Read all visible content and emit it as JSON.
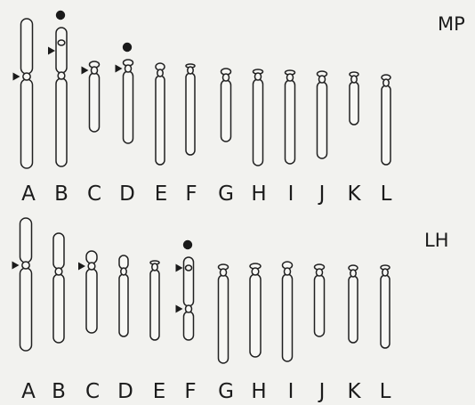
{
  "rows": [
    {
      "name": "MP",
      "chromosomes": [
        {
          "label": "A",
          "satellite": false,
          "arrows": [
            "centromere-left"
          ]
        },
        {
          "label": "B",
          "satellite": true,
          "arrows": [
            "upper-left"
          ]
        },
        {
          "label": "C",
          "satellite": false,
          "arrows": [
            "centromere-left"
          ]
        },
        {
          "label": "D",
          "satellite": true,
          "arrows": [
            "centromere-left"
          ]
        },
        {
          "label": "E",
          "satellite": false,
          "arrows": []
        },
        {
          "label": "F",
          "satellite": false,
          "arrows": []
        },
        {
          "label": "G",
          "satellite": false,
          "arrows": []
        },
        {
          "label": "H",
          "satellite": false,
          "arrows": []
        },
        {
          "label": "I",
          "satellite": false,
          "arrows": []
        },
        {
          "label": "J",
          "satellite": false,
          "arrows": []
        },
        {
          "label": "K",
          "satellite": false,
          "arrows": []
        },
        {
          "label": "L",
          "satellite": false,
          "arrows": []
        }
      ]
    },
    {
      "name": "LH",
      "chromosomes": [
        {
          "label": "A",
          "satellite": false,
          "arrows": [
            "centromere-left"
          ]
        },
        {
          "label": "B",
          "satellite": false,
          "arrows": []
        },
        {
          "label": "C",
          "satellite": false,
          "arrows": [
            "centromere-left"
          ]
        },
        {
          "label": "D",
          "satellite": false,
          "arrows": []
        },
        {
          "label": "E",
          "satellite": false,
          "arrows": []
        },
        {
          "label": "F",
          "satellite": true,
          "arrows": [
            "centromere-left",
            "lower-left"
          ]
        },
        {
          "label": "G",
          "satellite": false,
          "arrows": []
        },
        {
          "label": "H",
          "satellite": false,
          "arrows": []
        },
        {
          "label": "I",
          "satellite": false,
          "arrows": []
        },
        {
          "label": "J",
          "satellite": false,
          "arrows": []
        },
        {
          "label": "K",
          "satellite": false,
          "arrows": []
        },
        {
          "label": "L",
          "satellite": false,
          "arrows": []
        }
      ]
    }
  ]
}
